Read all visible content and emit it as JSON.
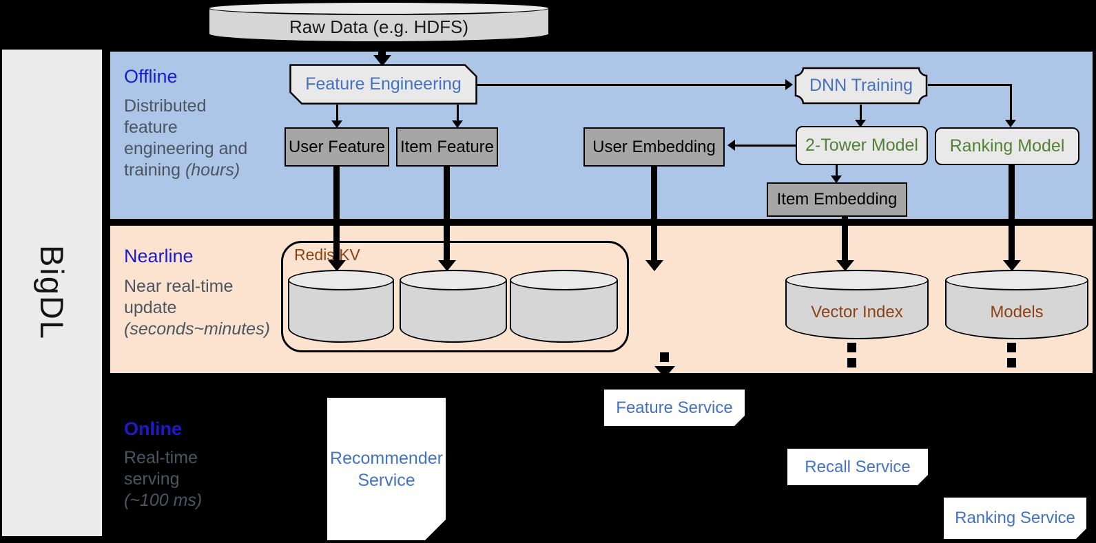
{
  "brand": {
    "label": "BigDL"
  },
  "raw_data": {
    "label": "Raw Data (e.g. HDFS)"
  },
  "sections": {
    "offline": {
      "title": "Offline",
      "desc": "Distributed feature engineering and training",
      "desc_italic": "(hours)"
    },
    "nearline": {
      "title": "Nearline",
      "desc": "Near real-time update",
      "desc_italic": "(seconds~minutes)"
    },
    "online": {
      "title": "Online",
      "desc": "Real-time serving",
      "desc_italic": "(~100 ms)"
    }
  },
  "nodes": {
    "feature_engineering": {
      "label": "Feature Engineering"
    },
    "dnn_training": {
      "label": "DNN Training"
    },
    "user_feature": {
      "label": "User Feature"
    },
    "item_feature": {
      "label": "Item Feature"
    },
    "user_embedding": {
      "label": "User Embedding"
    },
    "two_tower_model": {
      "label": "2-Tower Model"
    },
    "ranking_model": {
      "label": "Ranking Model"
    },
    "item_embedding": {
      "label": "Item Embedding"
    },
    "redis_kv": {
      "label": "Redis KV"
    },
    "vector_index": {
      "label": "Vector Index"
    },
    "models": {
      "label": "Models"
    },
    "recommender_service": {
      "label": "Recommender Service"
    },
    "feature_service": {
      "label": "Feature Service"
    },
    "recall_service": {
      "label": "Recall Service"
    },
    "ranking_service": {
      "label": "Ranking Service"
    }
  },
  "palette": {
    "offline_band": "#adc5e7",
    "nearline_band": "#fbe3d0",
    "online_band": "#000000",
    "section_title_blue": "#1b1bcd",
    "section_desc_gray": "#4b5661",
    "node_text_blue": "#4472c4",
    "model_text_green": "#538135",
    "store_text_brown": "#8c4313",
    "gray_box_fill": "#a6a6a6",
    "light_box_fill": "#e9e9e9",
    "sidebar_fill": "#ececec"
  }
}
